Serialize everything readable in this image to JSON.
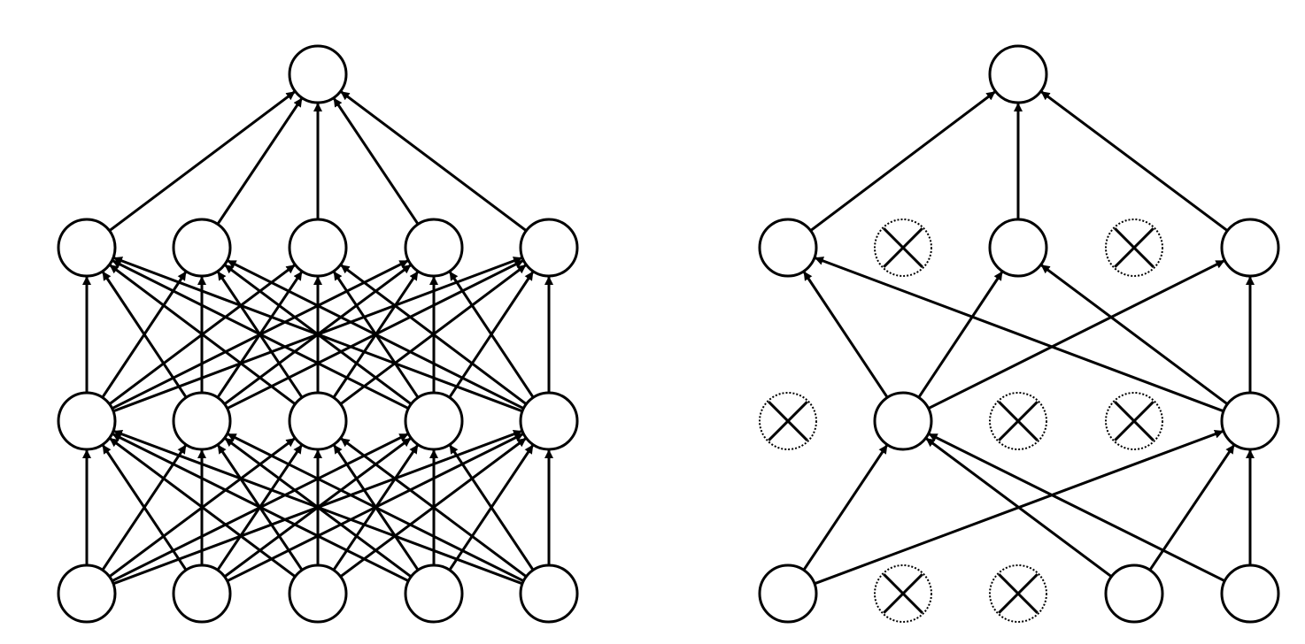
{
  "colors": {
    "background": "#ffffff",
    "stroke": "#000000",
    "node_fill": "#ffffff"
  },
  "networks": [
    {
      "id": "standard-network",
      "layers": [
        {
          "nodes": [
            true,
            true,
            true,
            true,
            true
          ]
        },
        {
          "nodes": [
            true,
            true,
            true,
            true,
            true
          ]
        },
        {
          "nodes": [
            true,
            true,
            true,
            true,
            true
          ]
        },
        {
          "nodes": [
            true
          ]
        }
      ],
      "edges": "fully-connected"
    },
    {
      "id": "thinned-network",
      "layers": [
        {
          "nodes": [
            true,
            false,
            false,
            true,
            true
          ]
        },
        {
          "nodes": [
            false,
            true,
            false,
            false,
            true
          ]
        },
        {
          "nodes": [
            true,
            false,
            true,
            false,
            true
          ]
        },
        {
          "nodes": [
            true
          ]
        }
      ],
      "edges": "fully-connected-active-only",
      "dropped_icon": "x-cross-icon"
    }
  ]
}
